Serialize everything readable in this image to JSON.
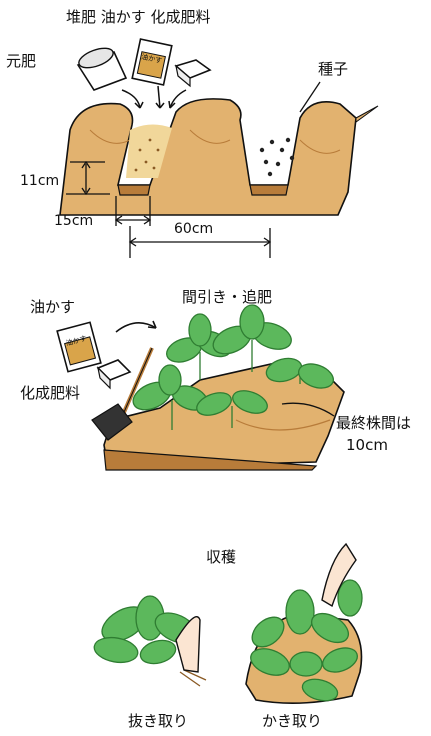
{
  "section1": {
    "fertilizers_label": "堆肥 油かす 化成肥料",
    "base_fertilizer": "元肥",
    "seeds": "種子",
    "ridge_height": "11cm",
    "furrow_width": "15cm",
    "row_spacing": "60cm",
    "bag_label": "油かす"
  },
  "section2": {
    "title": "間引き・追肥",
    "oil_cake": "油かす",
    "chemical_fertilizer": "化成肥料",
    "spacing_note_line1": "最終株間は",
    "spacing_note_line2": "10cm",
    "bag_label": "油かす"
  },
  "section3": {
    "title": "収穫",
    "pull_harvest": "抜き取り",
    "pick_harvest": "かき取り"
  },
  "colors": {
    "soil": "#e2b26f",
    "soil_dark": "#b87c3a",
    "leaf": "#5cb85c",
    "leaf_dark": "#2f7d32"
  }
}
